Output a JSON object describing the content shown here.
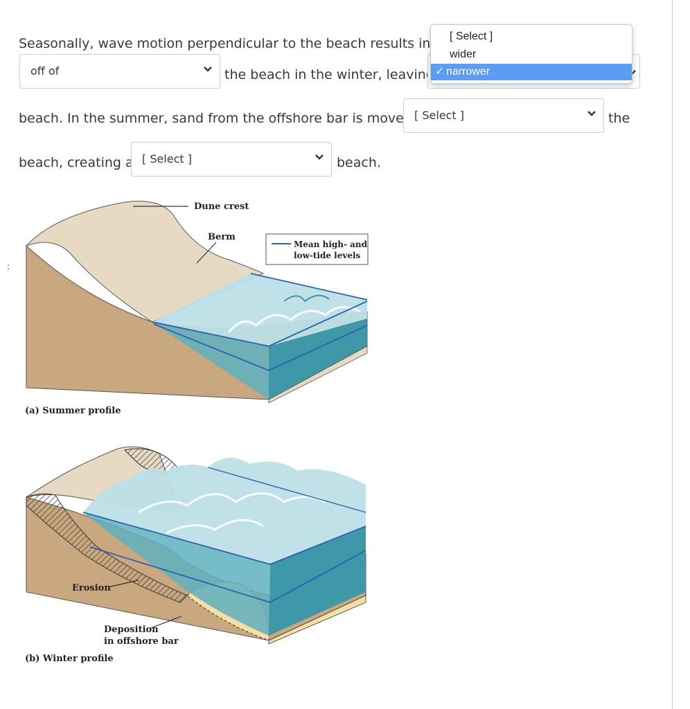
{
  "question": {
    "line1_text": "Seasonally, wave motion perpendicular to the beach results in sa",
    "line2_after_select1": "the beach in the winter, leaving a",
    "line3_before_select": "beach.  In the summer, sand from the offshore bar is moved",
    "line3_after_select": "the",
    "line4_before_select": "beach, creating a",
    "line4_after_select": "beach."
  },
  "selects": {
    "select1_value": "off of",
    "select3_value": "[ Select ]",
    "select4_value": "[ Select ]"
  },
  "dropdown_open": {
    "options": [
      "[ Select ]",
      "wider",
      "narrower"
    ],
    "selected": "narrower",
    "check_glyph": "✓"
  },
  "figure": {
    "labels": {
      "dune_crest": "Dune crest",
      "berm": "Berm",
      "legend_line1": "Mean high- and",
      "legend_line2": "low-tide levels",
      "summer": "(a) Summer profile",
      "erosion": "Erosion",
      "deposition_line1": "Deposition",
      "deposition_line2": "in offshore bar",
      "winter": "(b) Winter profile"
    },
    "colors": {
      "sand_top": "#e8d9c2",
      "ground": "#c9a77f",
      "water_surface": "#bcdfe6",
      "water_body": "#5fb0bf",
      "water_deep": "#3e98a8",
      "tide_line": "#2b62b0",
      "deposit": "#f5dfa6"
    }
  },
  "stray_mark": ":"
}
